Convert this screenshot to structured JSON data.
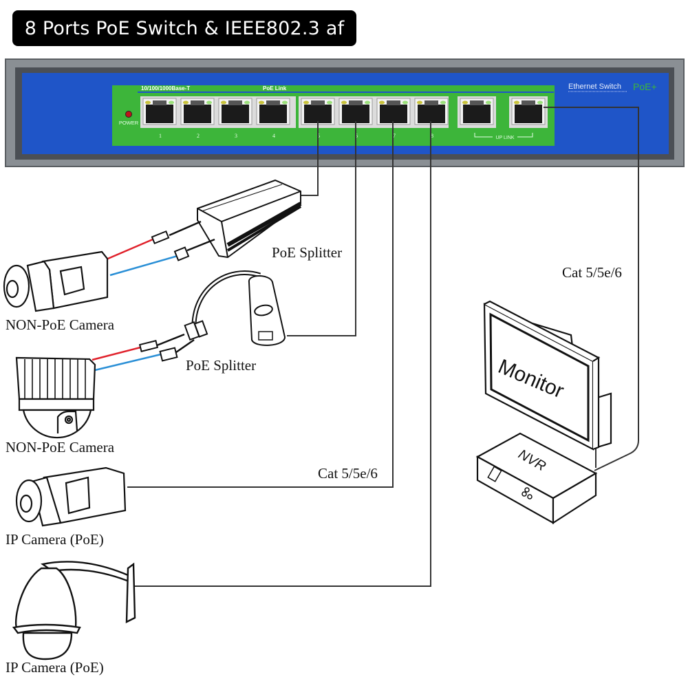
{
  "title": "8 Ports PoE Switch & IEEE802.3 af",
  "switch": {
    "brand_label": "Ethernet Switch",
    "poe_badge": "PoE+",
    "speed_label": "10/100/1000Base-T",
    "poe_link_label": "PoE Link",
    "power_label": "POWER",
    "uplink_label": "UP LINK",
    "ports": [
      "1",
      "2",
      "3",
      "4",
      "5",
      "6",
      "7",
      "8"
    ],
    "colors": {
      "panel": "#1f55c8",
      "port_strip": "#3db53a",
      "frame": "#7d8288",
      "power_led": "#c0141a"
    }
  },
  "devices": {
    "splitter_box_label": "PoE Splitter",
    "splitter_dongle_label": "PoE Splitter",
    "non_poe_camera_1_label": "NON-PoE Camera",
    "non_poe_camera_2_label": "NON-PoE Camera",
    "ip_camera_1_label": "IP Camera (PoE)",
    "ip_camera_2_label": "IP Camera (PoE)",
    "monitor_label": "Monitor",
    "nvr_label": "NVR"
  },
  "cables": {
    "ip_camera_cable_label": "Cat 5/5e/6",
    "nvr_cable_label": "Cat 5/5e/6",
    "power_wire_color": "#e0212b",
    "data_wire_color": "#2a8fd6"
  }
}
